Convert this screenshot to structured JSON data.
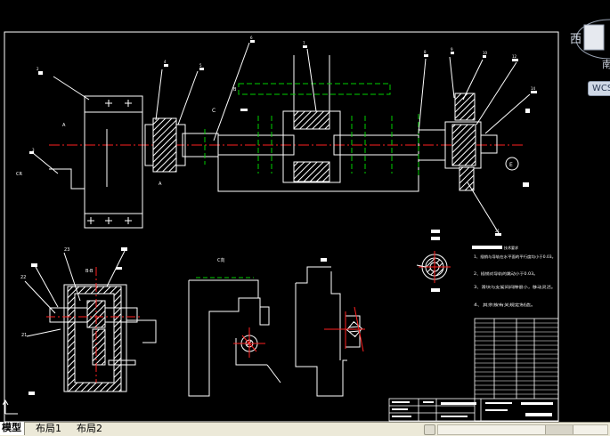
{
  "viewcube": {
    "direction_label": "西",
    "edge_label": "南"
  },
  "wcs_label": "WCS",
  "tabs": [
    {
      "label": "模型",
      "active": true
    },
    {
      "label": "布局1",
      "active": false
    },
    {
      "label": "布局2",
      "active": false
    }
  ],
  "drawing": {
    "view_labels": {
      "c_view": "C向",
      "b_view": "B-B"
    },
    "marks": {
      "a1": "A",
      "a2": "A",
      "c": "C",
      "e": "E",
      "cr": "CR",
      "b": "B"
    },
    "balloons": [
      "2",
      "3",
      "4",
      "5",
      "6",
      "7",
      "8",
      "9",
      "10",
      "12",
      "14",
      "21",
      "22",
      "23"
    ],
    "tech_requirements": {
      "heading": "技术要求",
      "items": [
        "1、插销与导轨在水平面的平行度均小于0.03。",
        "2、插销对导轨的跳动小于0.03。",
        "3、滑块与支架间间隙很小，移动灵活。",
        "4、其余按有关规定制造。"
      ]
    }
  },
  "colors": {
    "background": "#000000",
    "lines": "#ffffff",
    "centerline": "#ff2020",
    "hidden": "#00d000",
    "hatch": "#ffffff",
    "tabbar": "#ece9d8"
  }
}
